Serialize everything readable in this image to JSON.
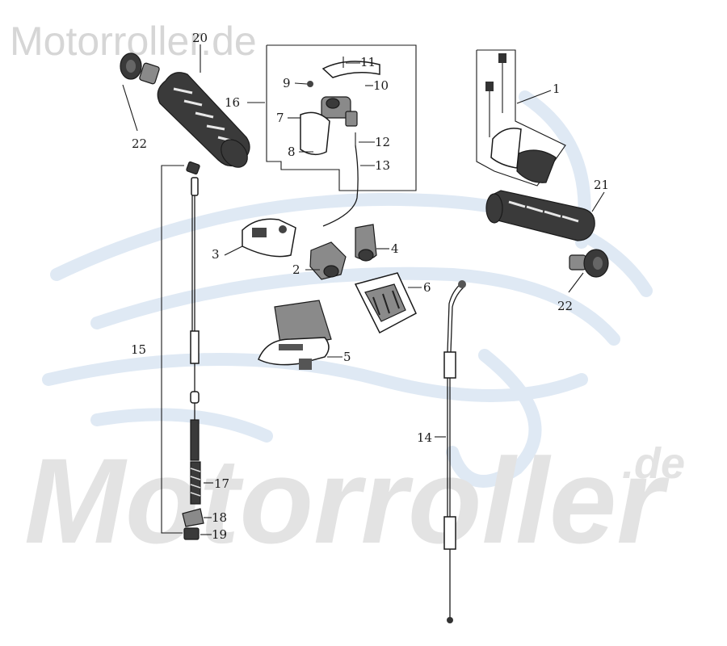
{
  "watermark": {
    "top_text": "Motorroller.de",
    "big_text": "Motorroller",
    "de_text": ".de"
  },
  "callouts": {
    "c1": "1",
    "c2": "2",
    "c3": "3",
    "c4": "4",
    "c5": "5",
    "c6": "6",
    "c7": "7",
    "c8": "8",
    "c9": "9",
    "c10": "10",
    "c11": "11",
    "c12": "12",
    "c13": "13",
    "c14": "14",
    "c15": "15",
    "c16": "16",
    "c17": "17",
    "c18": "18",
    "c19": "19",
    "c20": "20",
    "c21": "21",
    "c22a": "22",
    "c22b": "22"
  },
  "colors": {
    "line": "#1a1a1a",
    "watermark_gray": "#e3e3e3",
    "watermark_blue": "#dfe9f4"
  }
}
